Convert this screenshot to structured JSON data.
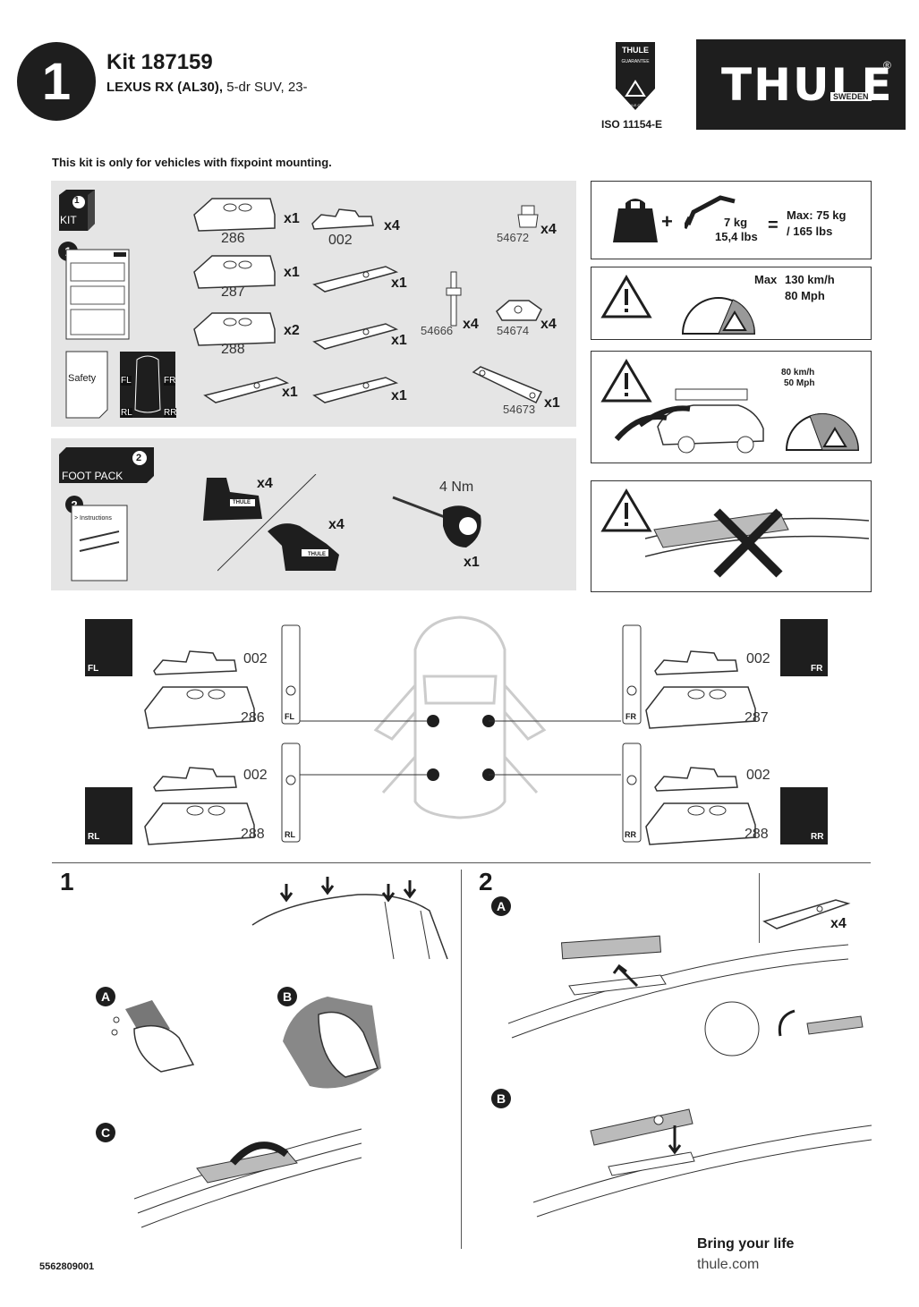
{
  "header": {
    "step": "1",
    "kit_title": "Kit 187159",
    "vehicle_model": "LEXUS RX (AL30),",
    "vehicle_desc": "5-dr SUV, 23-",
    "guarantee_top": "THULE",
    "guarantee_label": "GUARANTEE",
    "guarantee_url": "THULE.COM",
    "iso": "ISO 11154-E",
    "logo_word": "THULE",
    "logo_sub": "SWEDEN",
    "logo_reg": "®"
  },
  "notice": "This kit is only for vehicles with fixpoint mounting.",
  "kit_panel": {
    "badge_num": "1",
    "badge_label": "KIT",
    "booklet_num": "1",
    "safety_label": "Safety",
    "corners": [
      "FL",
      "FR",
      "RL",
      "RR"
    ],
    "parts": [
      {
        "code": "286",
        "qty": "x1"
      },
      {
        "code": "002",
        "qty": "x4"
      },
      {
        "code": "54672",
        "qty": "x4"
      },
      {
        "code": "287",
        "qty": "x1"
      },
      {
        "code": "",
        "qty": "x1"
      },
      {
        "code": "54666",
        "qty": "x4"
      },
      {
        "code": "54674",
        "qty": "x4"
      },
      {
        "code": "288",
        "qty": "x2"
      },
      {
        "code": "",
        "qty": "x1"
      },
      {
        "code": "",
        "qty": "x1"
      },
      {
        "code": "",
        "qty": "x1"
      },
      {
        "code": "54673",
        "qty": "x1"
      }
    ]
  },
  "foot_panel": {
    "badge_num": "2",
    "badge_label": "FOOT PACK",
    "booklet_num": "2",
    "instructions_label": "> Instructions",
    "foot_a_qty": "x4",
    "foot_b_qty": "x4",
    "foot_logo": "THULE",
    "torque": "4 Nm",
    "tool_qty": "x1"
  },
  "warnings": {
    "load_weight": "7 kg",
    "load_weight_lbs": "15,4 lbs",
    "load_max": "Max: 75 kg",
    "load_max_lbs": "/ 165 lbs",
    "speed_max_label": "Max",
    "speed_kmh": "130 km/h",
    "speed_mph": "80 Mph",
    "speed2_kmh": "80 km/h",
    "speed2_mph": "50 Mph"
  },
  "positions": [
    {
      "corner": "FL",
      "bracket": "002",
      "pad": "286"
    },
    {
      "corner": "FR",
      "bracket": "002",
      "pad": "287"
    },
    {
      "corner": "RL",
      "bracket": "002",
      "pad": "288"
    },
    {
      "corner": "RR",
      "bracket": "002",
      "pad": "288"
    }
  ],
  "steps": {
    "step1": "1",
    "step2": "2",
    "step1_letters": [
      "A",
      "B",
      "C"
    ],
    "step2_letters": [
      "A",
      "B"
    ],
    "step2_qty": "x4"
  },
  "footer": {
    "doc_number": "5562809001",
    "tagline": "Bring your life",
    "url": "thule.com"
  },
  "colors": {
    "dark": "#1e1e1e",
    "panel": "#e5e5e5",
    "line_art": "#333333"
  }
}
